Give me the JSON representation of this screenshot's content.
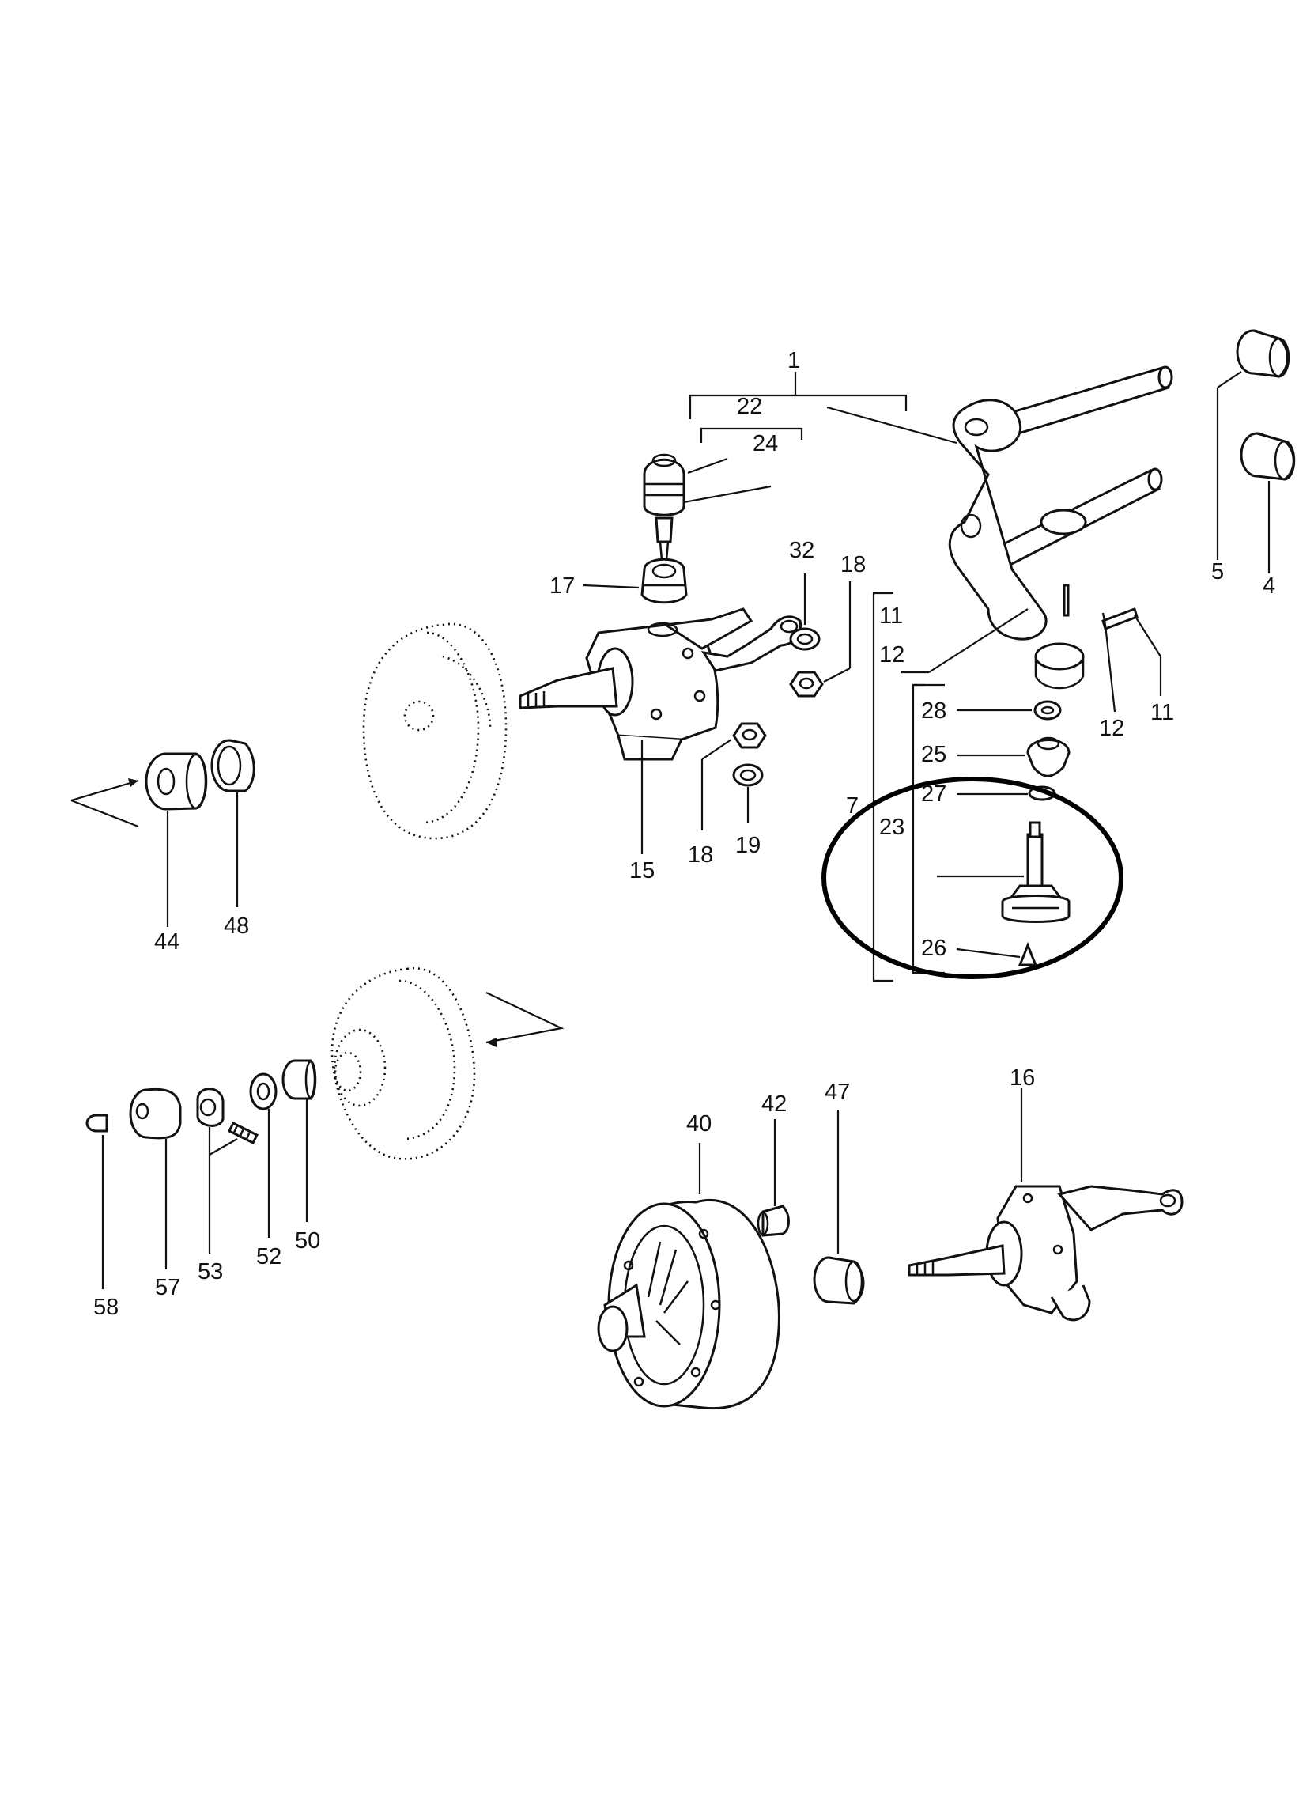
{
  "labels": {
    "l1": "1",
    "l22": "22",
    "l24": "24",
    "l17": "17",
    "l32": "32",
    "l18a": "18",
    "l11a": "11",
    "l12a": "12",
    "l5": "5",
    "l4": "4",
    "l12b": "12",
    "l11b": "11",
    "l28": "28",
    "l25": "25",
    "l27": "27",
    "l7": "7",
    "l23": "23",
    "l26": "26",
    "l15": "15",
    "l18b": "18",
    "l19": "19",
    "l44": "44",
    "l48": "48",
    "l16": "16",
    "l40": "40",
    "l42": "42",
    "l47": "47",
    "l58": "58",
    "l57": "57",
    "l53": "53",
    "l52": "52",
    "l50": "50"
  },
  "highlight_color": "#000000",
  "line_color": "#111111"
}
